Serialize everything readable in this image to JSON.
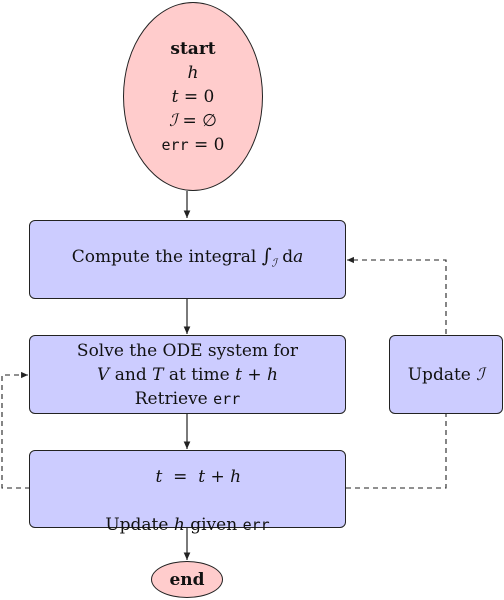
{
  "start": {
    "title": "start",
    "var_h": "h",
    "t_lhs": "t",
    "t_rhs": "= 0",
    "i_lhs": "ℐ",
    "i_rhs": "= ∅",
    "err_lhs": "err",
    "err_rhs": "= 0"
  },
  "integral_box": {
    "text": "Compute the integral ",
    "integral_sign": "∫",
    "subscript": "ℐ",
    "tail_d": " d",
    "tail_a": "a"
  },
  "solve_box": {
    "line1": "Solve the ODE system for",
    "v": "V",
    "and": " and ",
    "t_var": "T",
    "at_time": " at time ",
    "t": "t",
    "plus": " + ",
    "h": "h",
    "retrieve": "Retrieve ",
    "err": "err"
  },
  "update_box": {
    "t_lhs": "t",
    "eq": "  =  ",
    "t_rhs": "t",
    "plus": " + ",
    "h": "h",
    "update": "Update ",
    "h2": "h",
    "given": " given ",
    "err": "err"
  },
  "update_i_box": {
    "text": "Update ",
    "i": "ℐ"
  },
  "end": {
    "title": "end"
  }
}
